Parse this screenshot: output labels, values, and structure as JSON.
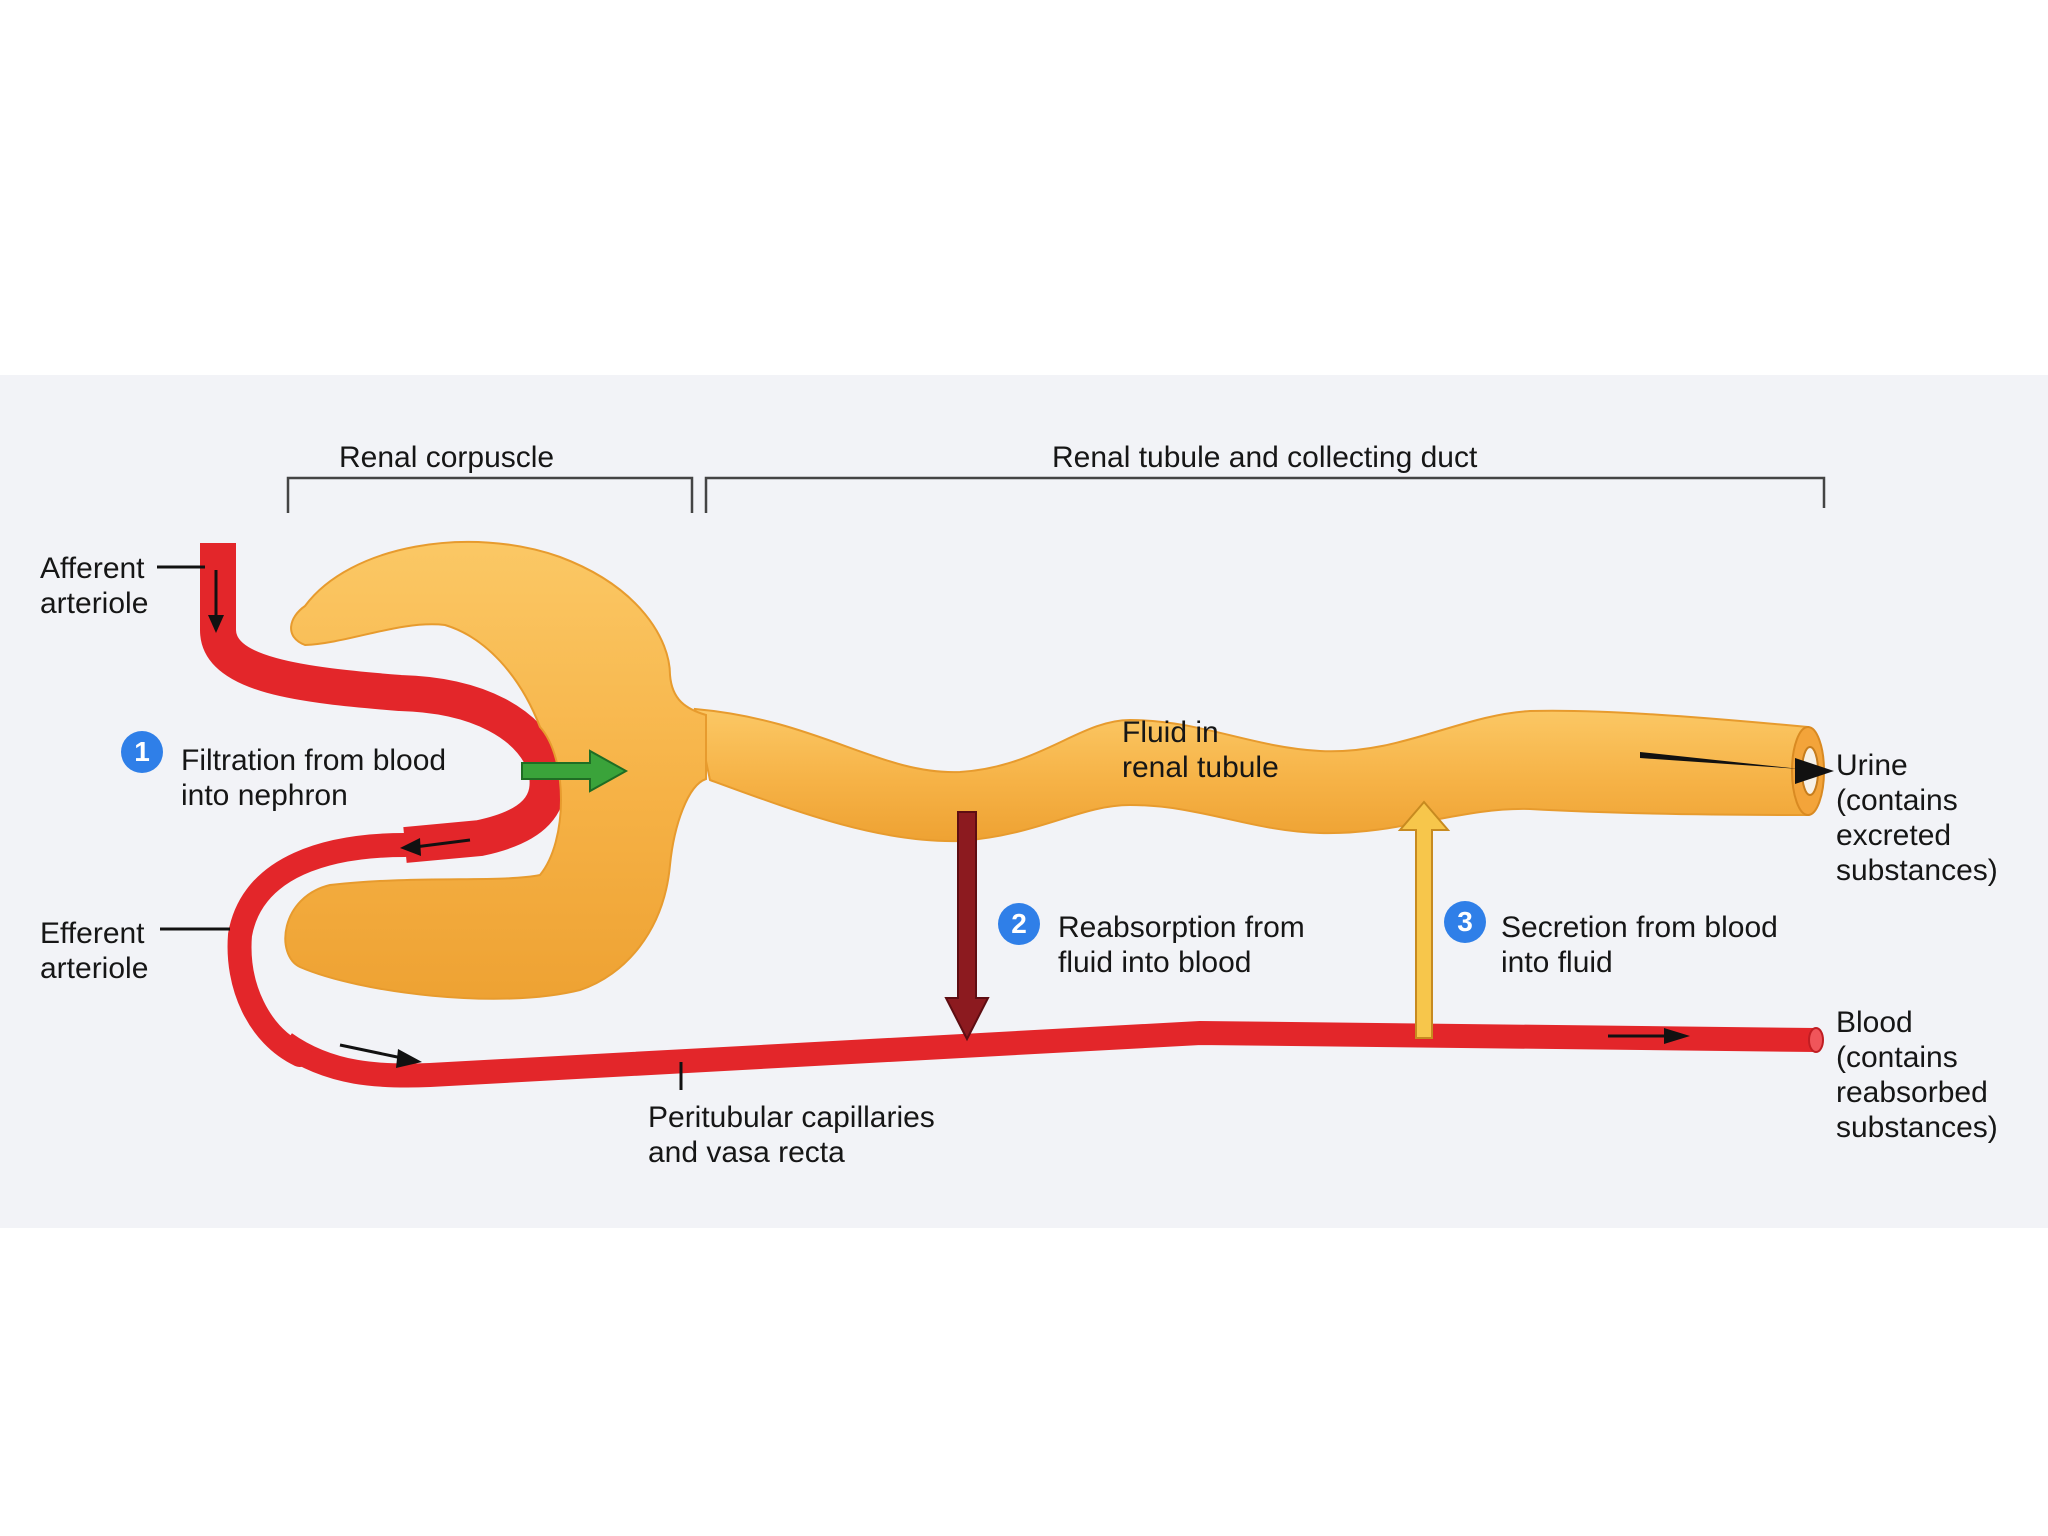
{
  "labels": {
    "renal_corpuscle": "Renal corpuscle",
    "renal_tubule_duct": "Renal tubule and collecting duct",
    "afferent_line1": "Afferent",
    "afferent_line2": "arteriole",
    "efferent_line1": "Efferent",
    "efferent_line2": "arteriole",
    "fluid_line1": "Fluid in",
    "fluid_line2": "renal tubule",
    "peritubular_line1": "Peritubular capillaries",
    "peritubular_line2": "and vasa recta",
    "urine_line1": "Urine",
    "urine_line2": "(contains",
    "urine_line3": "excreted",
    "urine_line4": "substances)",
    "blood_line1": "Blood",
    "blood_line2": "(contains",
    "blood_line3": "reabsorbed",
    "blood_line4": "substances)"
  },
  "steps": [
    {
      "number": "1",
      "line1": "Filtration from blood",
      "line2": "into nephron"
    },
    {
      "number": "2",
      "line1": "Reabsorption from",
      "line2": "fluid into blood"
    },
    {
      "number": "3",
      "line1": "Secretion from blood",
      "line2": "into fluid"
    }
  ],
  "colors": {
    "vessel": "#e3262a",
    "tubule": "#f6b246",
    "filtration_arrow": "#3aa33a",
    "reabsorption_arrow": "#8c1a1f",
    "secretion_arrow": "#f7c64b",
    "step_badge": "#2f7fe8"
  }
}
